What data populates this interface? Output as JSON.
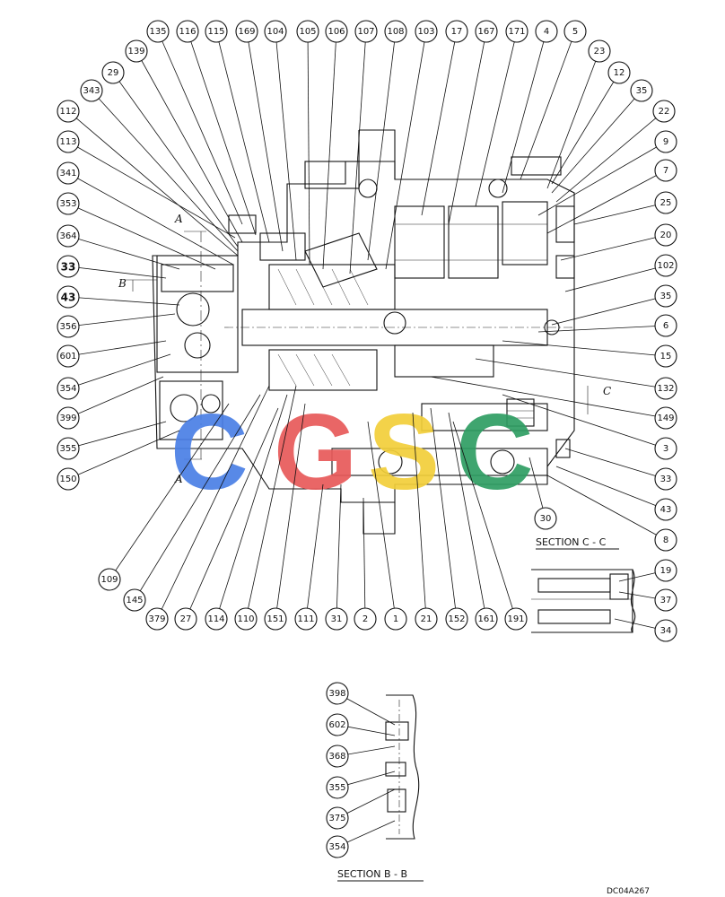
{
  "labels_top": [
    "135",
    "116",
    "115",
    "169",
    "104",
    "105",
    "106",
    "107",
    "108",
    "103",
    "17",
    "167",
    "171",
    "4",
    "5"
  ],
  "labels_right": [
    "23",
    "12",
    "35",
    "22",
    "9",
    "7",
    "25",
    "20",
    "102",
    "35",
    "6",
    "15",
    "132",
    "149",
    "3",
    "33",
    "43",
    "8"
  ],
  "labels_left": [
    "139",
    "29",
    "343",
    "112",
    "113",
    "341",
    "353",
    "364",
    "33",
    "43",
    "356",
    "601",
    "354",
    "399",
    "355",
    "150"
  ],
  "labels_bottom": [
    "109",
    "145",
    "379",
    "27",
    "114",
    "110",
    "151",
    "111",
    "31",
    "2",
    "1",
    "21",
    "152",
    "161",
    "191",
    "30"
  ],
  "labels_detail_c": [
    "19",
    "37",
    "34"
  ],
  "labels_section_b": [
    "398",
    "602",
    "368",
    "355",
    "375",
    "354"
  ],
  "cut_marks": {
    "a": "A",
    "b": "B",
    "c": "C"
  },
  "section_c_title": "SECTION C - C",
  "section_b_title": "SECTION B - B",
  "drawing_code": "DC04A267",
  "watermark": {
    "letters": [
      "C",
      "G",
      "S",
      "C"
    ],
    "colors": [
      "#4a7fe6",
      "#e85a5a",
      "#f2cf3a",
      "#2f9e63"
    ]
  }
}
